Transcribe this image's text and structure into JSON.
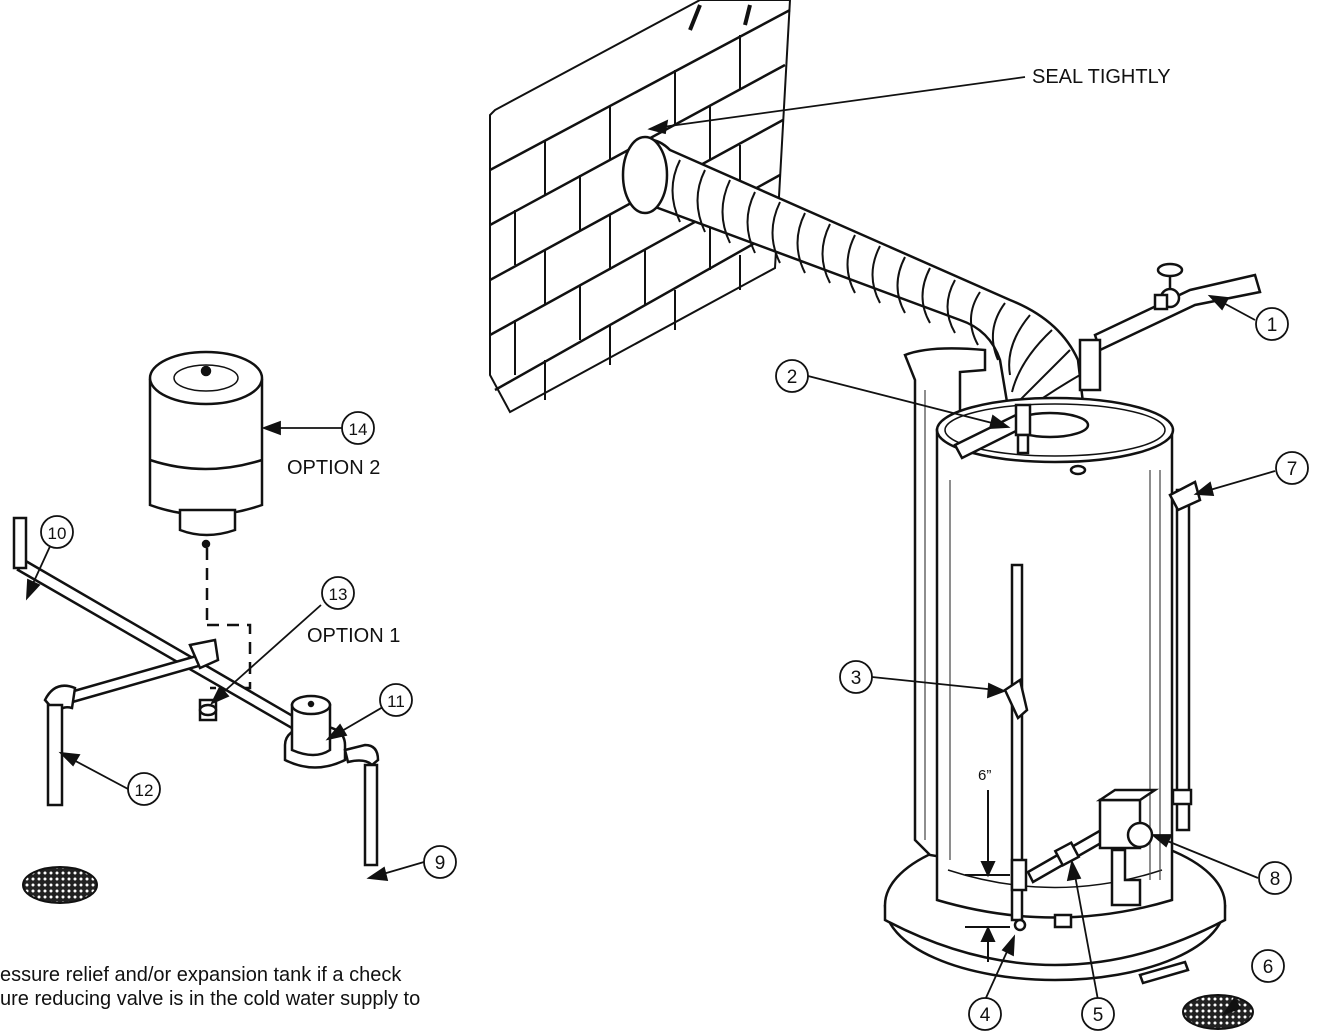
{
  "labels": {
    "seal": "SEAL TIGHTLY",
    "option1": "OPTION 1",
    "option2": "OPTION 2",
    "dimension": "6”"
  },
  "callouts": [
    "1",
    "2",
    "3",
    "4",
    "5",
    "6",
    "7",
    "8",
    "9",
    "10",
    "11",
    "12",
    "13",
    "14"
  ],
  "note_lines": [
    "essure relief and/or expansion tank if a check",
    "ure reducing valve is in the cold water supply to"
  ]
}
